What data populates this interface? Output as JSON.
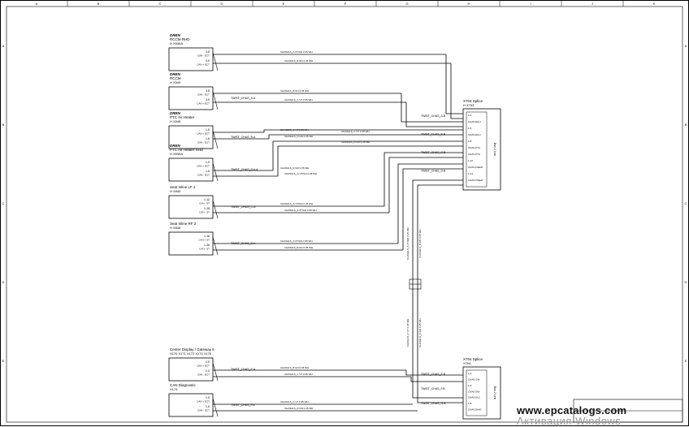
{
  "border": {
    "columns": [
      "A",
      "B",
      "C",
      "D",
      "E",
      "F",
      "G",
      "H",
      "I",
      "J",
      "K"
    ],
    "rows": [
      "A",
      "B",
      "C",
      "D",
      "E"
    ]
  },
  "modules": [
    {
      "brand": "DREN",
      "name": "RCCM RHD",
      "conn_prefix": "H",
      "conn": "X540A",
      "pins": [
        [
          "3-8",
          "CAN - ECT"
        ],
        [
          "3-9",
          "CAN + ECT"
        ]
      ],
      "twist": ""
    },
    {
      "brand": "DREN",
      "name": "RCCM",
      "conn_prefix": "H",
      "conn": "X540",
      "pins": [
        [
          "3-8",
          "CAN - ECT"
        ],
        [
          "3-9",
          "CAN + ECT"
        ]
      ],
      "twist": "TWIST_CHAS_A.A"
    },
    {
      "brand": "DREN",
      "name": "PTC Air Heater",
      "conn_prefix": "H",
      "conn": "X545",
      "pins": [
        [
          "1-5",
          "CAN + ECT"
        ],
        [
          "1-6",
          "CAN - ECT"
        ]
      ],
      "twist": "TWIST_CHAS_B.A"
    },
    {
      "brand": "DREN",
      "name": "PTC Air Heater RHD",
      "conn_prefix": "H",
      "conn": "X535A",
      "pins": [
        [
          "1-5",
          "CAN + ECT"
        ],
        [
          "1-6",
          "CAN - ECT"
        ]
      ],
      "twist": "TWIST_CHAS_B.A.A"
    },
    {
      "brand": "",
      "name": "Seat Inline LF 2",
      "conn_prefix": "H",
      "conn": "X840",
      "pins": [
        [
          "1-12",
          "CAN - ST"
        ],
        [
          "1-28",
          "CAN - ST"
        ]
      ],
      "twist": "TWIST_CHAS_C.A"
    },
    {
      "brand": "",
      "name": "Seat Inline RF 2",
      "conn_prefix": "H",
      "conn": "X845",
      "pins": [
        [
          "1-16",
          "CAN + ST"
        ],
        [
          "1-26",
          "CAN - ST"
        ]
      ],
      "twist": "TWIST_CHAS_D.A"
    },
    {
      "brand": "",
      "name": "Center Display / Gateway 6",
      "conn_prefix": "",
      "conn": "X170  X171  X172  X174  X175",
      "pins": [
        [
          "2-5",
          "CAN + ECT"
        ],
        [
          "2-3",
          "CAN - ECT"
        ]
      ],
      "twist": "TWIST_CHAS_E.A"
    },
    {
      "brand": "",
      "name": "CAN Diagnostic",
      "conn_prefix": "",
      "conn": "X179",
      "pins": [
        [
          "1-5",
          "CAN + ECT"
        ],
        [
          "1-6",
          "CAN - ECT"
        ]
      ],
      "twist": "TWIST_CHAS_F.A"
    }
  ],
  "splices": [
    {
      "name": "X703 Splice",
      "conn_prefix": "H",
      "conn": "X703",
      "side": "Bus 2 Link",
      "twists": [
        "TWIST_CHAS_A.B",
        "TWIST_CHAS_B.B",
        "TWIST_CHAS_C.B",
        "TWIST_CHAS_D.B"
      ],
      "rows": [
        "1-4",
        "CHAS ECH",
        "1-6",
        "CHAS ECH",
        "1-8",
        "CHAS PTC",
        "CHAS PTC",
        "1-12",
        "CHAS FSEAT",
        "1-14",
        "CHAS FSEAT"
      ]
    },
    {
      "name": "X704 Splice",
      "conn_prefix": "",
      "conn": "X704",
      "side": "Bus 2 Link",
      "twists": [
        "TWIST_CHAS_E.B",
        "TWIST_CHAS_F.B",
        "TWIST_CHAS_G.B"
      ],
      "rows": [
        "1-4",
        "CHAS GW",
        "1-6",
        "CHAS GW",
        "CHAS DLC",
        "1-8",
        "CHAS DIAG"
      ]
    }
  ],
  "wire_labels": [
    "CHAS2LS_A  VT/GN  0.35  WH",
    "CHAS2LS_B  GN  0.35  WH",
    "CHAS2LS_C  VT  0.35  WH",
    "CHAS2LS_D  GN  0.35  WH",
    "CHAS2LS_G  VT/GN  0.35  WH"
  ],
  "watermark": {
    "line1": "www.epcatalogs.com",
    "line2": "Активация Windows"
  }
}
